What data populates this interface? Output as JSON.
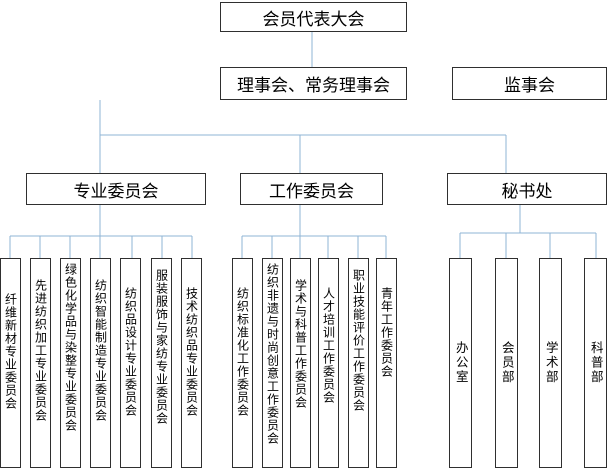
{
  "root": {
    "label": "会员代表大会"
  },
  "council": {
    "label": "理事会、常务理事会"
  },
  "supervisors": {
    "label": "监事会"
  },
  "groups": [
    {
      "label": "专业委员会",
      "children": [
        "纤维新材专业委员会",
        "先进纺织加工专业委员会",
        "绿色化学品与染整专业委员会",
        "纺织智能制造专业委员会",
        "纺织品设计专业委员会",
        "服装服饰与家纺专业委员会",
        "技术纺织品专业委员会"
      ]
    },
    {
      "label": "工作委员会",
      "children": [
        "纺织标准化工作委员会",
        "纺织非遗与时尚创意工作委员会",
        "学术与科普工作委员会",
        "人才培训工作委员会",
        "职业技能评价工作委员会",
        "青年工作委员会"
      ]
    },
    {
      "label": "秘书处",
      "children": [
        "办公室",
        "会员部",
        "学术部",
        "科普部"
      ]
    }
  ]
}
